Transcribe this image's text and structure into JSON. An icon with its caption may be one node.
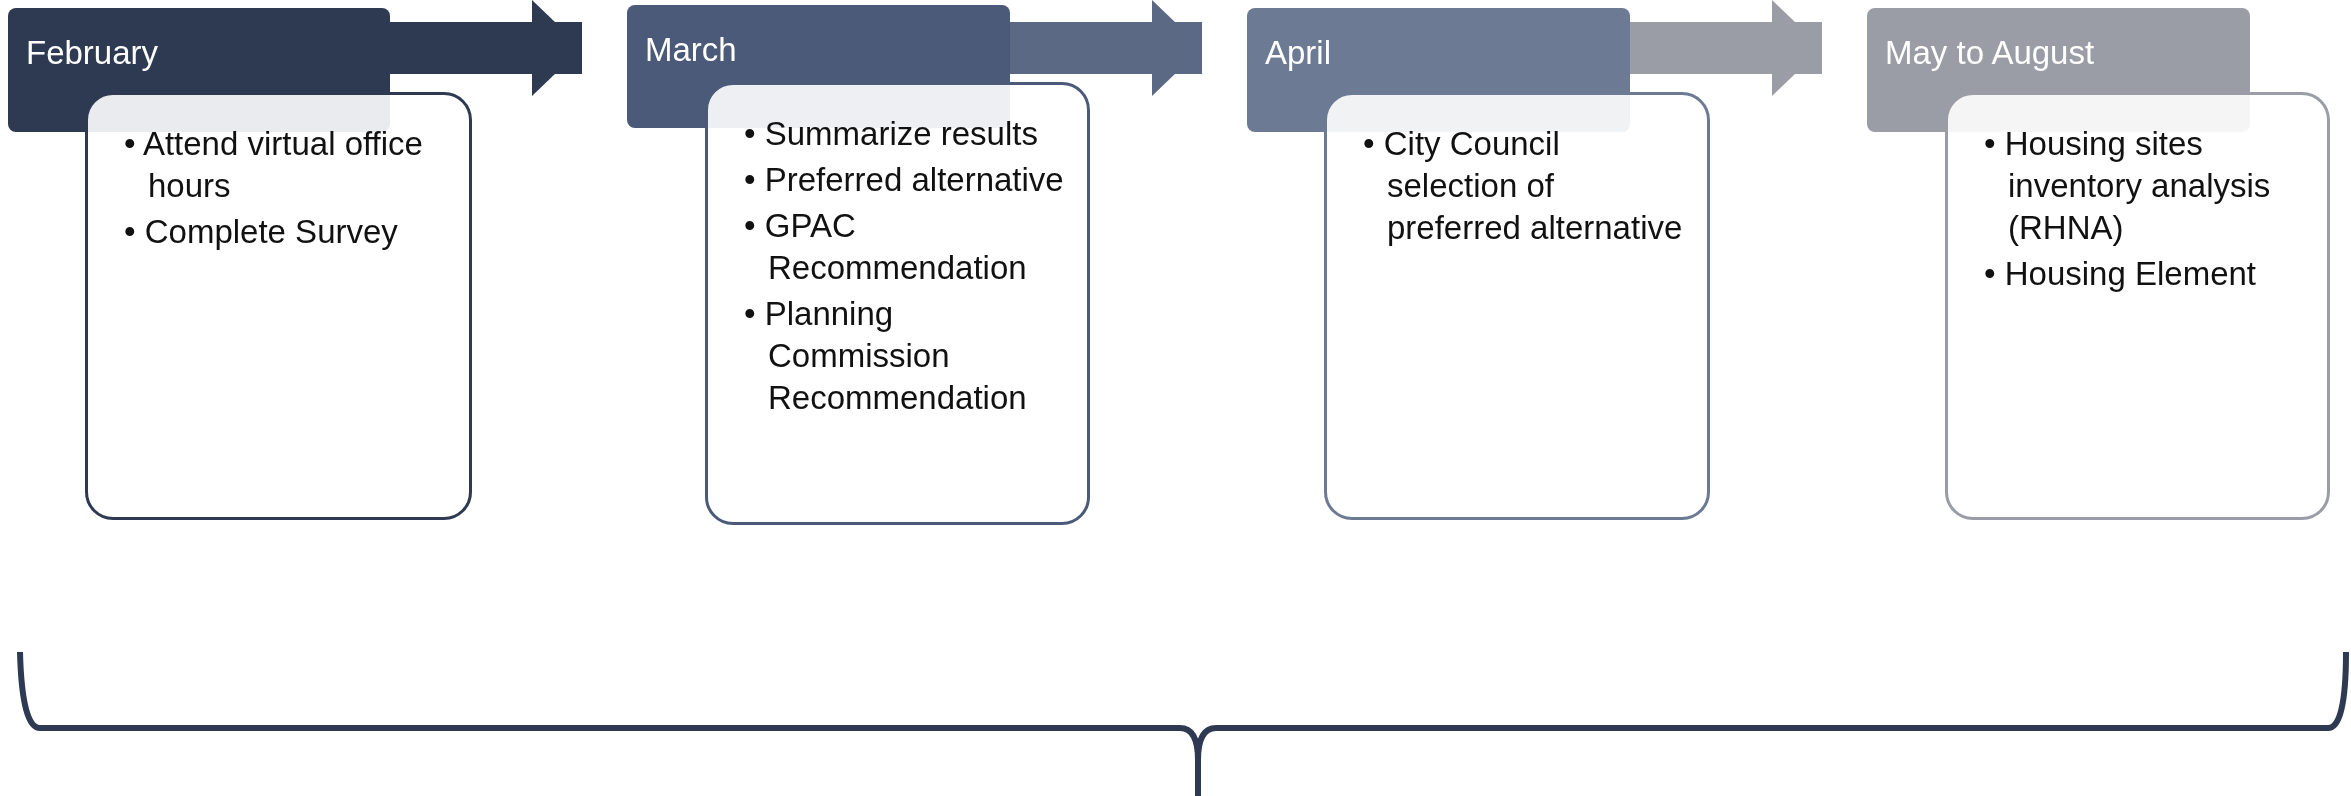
{
  "diagram": {
    "nodes": [
      {
        "text": [
          "February"
        ]
      },
      {
        "text": [
          "• Attend virtual office hours",
          "• Complete Survey"
        ]
      },
      {
        "text": [
          "March"
        ]
      },
      {
        "text": [
          "• Summarize results",
          "• Preferred alternative",
          "• GPAC Recommendation",
          "• Planning Commission Recommendation"
        ]
      },
      {
        "text": [
          "April"
        ]
      },
      {
        "text": [
          "• City Council selection of preferred alternative"
        ]
      },
      {
        "text": [
          "May to August"
        ]
      },
      {
        "text": [
          "• Housing sites inventory analysis (RHNA)",
          "• Housing Element"
        ]
      }
    ],
    "edges": [
      {
        "from": 0,
        "to": 2,
        "arrow": "to",
        "color": "#2d3a52"
      },
      {
        "from": 2,
        "to": 4,
        "arrow": "to",
        "color": "#5b6985"
      },
      {
        "from": 4,
        "to": 6,
        "arrow": "to",
        "color": "#9a9da5"
      }
    ]
  }
}
